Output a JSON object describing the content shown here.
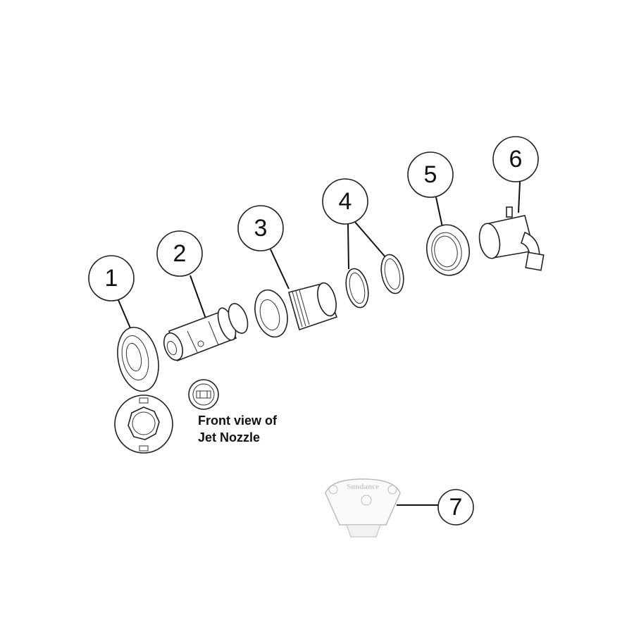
{
  "callouts": [
    {
      "id": "1",
      "label": "1"
    },
    {
      "id": "2",
      "label": "2"
    },
    {
      "id": "3",
      "label": "3"
    },
    {
      "id": "4",
      "label": "4"
    },
    {
      "id": "5",
      "label": "5"
    },
    {
      "id": "6",
      "label": "6"
    },
    {
      "id": "7",
      "label": "7"
    }
  ],
  "caption": {
    "line1": "Front view of",
    "line2": "Jet Nozzle"
  },
  "badge_logo_text": "Sundance"
}
